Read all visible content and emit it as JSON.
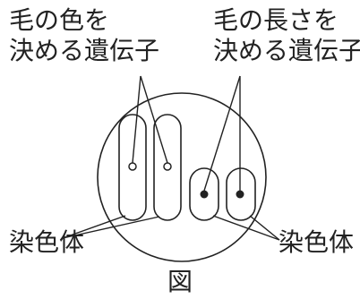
{
  "labels": {
    "hair_color_genes": [
      "毛の色を",
      "決める遺伝子"
    ],
    "hair_length_genes": [
      "毛の長さを",
      "決める遺伝子"
    ],
    "chromosome_left": "染色体",
    "chromosome_right": "染色体"
  },
  "caption": "図"
}
